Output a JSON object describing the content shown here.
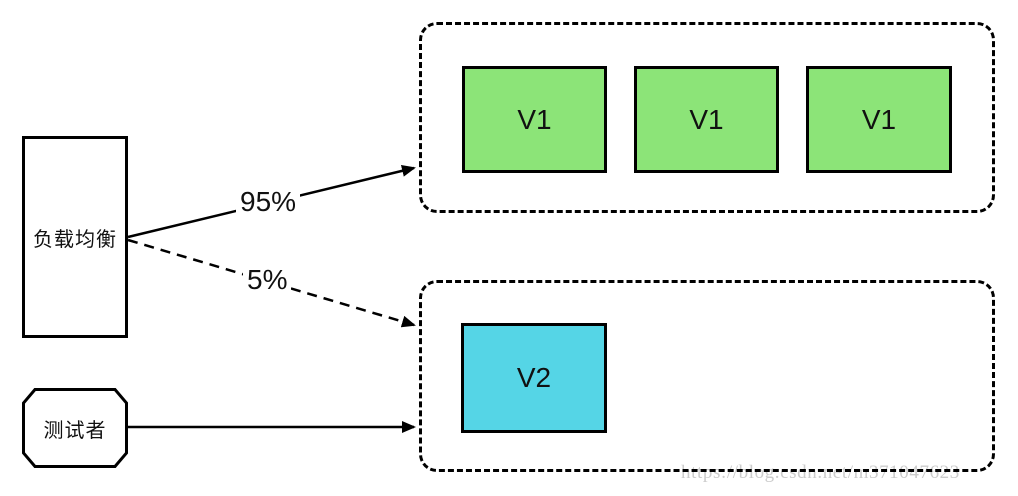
{
  "diagram": {
    "nodes": {
      "load_balancer": "负载均衡",
      "tester": "测试者",
      "v1_instances": [
        "V1",
        "V1",
        "V1"
      ],
      "v2_instance": "V2"
    },
    "edges": {
      "lb_to_v1_label": "95%",
      "lb_to_v2_label": "5%",
      "lb_to_v1_style": "solid-arrow",
      "lb_to_v2_style": "dashed-arrow",
      "tester_to_v2_style": "solid-arrow"
    },
    "colors": {
      "v1_fill": "#8CE478",
      "v2_fill": "#55D5E6",
      "line": "#000000",
      "watermark_text": "#CCCCCC"
    },
    "watermark": "https://blog.csdn.net/m371047623"
  }
}
